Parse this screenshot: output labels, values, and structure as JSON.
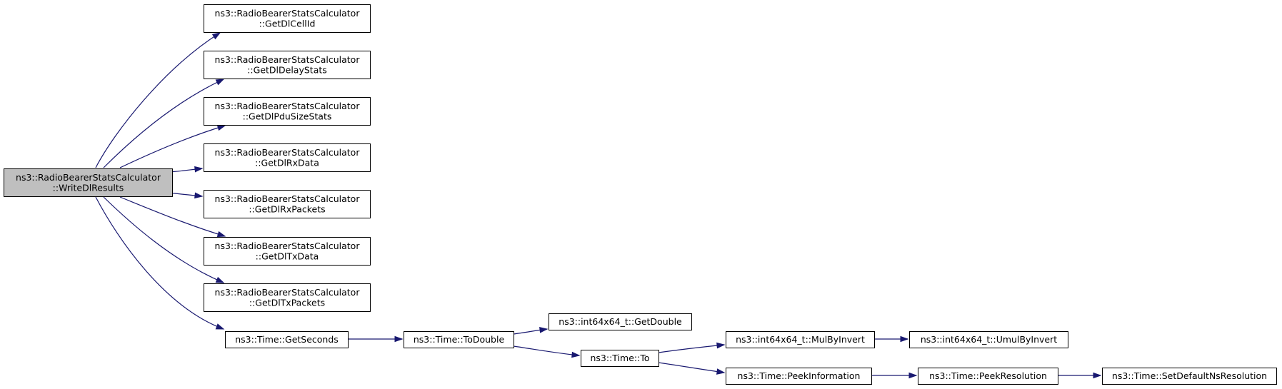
{
  "graph": {
    "nodes": [
      {
        "id": "write_dl_results",
        "lines": [
          "ns3::RadioBearerStatsCalculator",
          "::WriteDlResults"
        ],
        "highlighted": true
      },
      {
        "id": "get_dl_cell_id",
        "lines": [
          "ns3::RadioBearerStatsCalculator",
          "::GetDlCellId"
        ]
      },
      {
        "id": "get_dl_delay_stats",
        "lines": [
          "ns3::RadioBearerStatsCalculator",
          "::GetDlDelayStats"
        ]
      },
      {
        "id": "get_dl_pdu_size_stats",
        "lines": [
          "ns3::RadioBearerStatsCalculator",
          "::GetDlPduSizeStats"
        ]
      },
      {
        "id": "get_dl_rx_data",
        "lines": [
          "ns3::RadioBearerStatsCalculator",
          "::GetDlRxData"
        ]
      },
      {
        "id": "get_dl_rx_packets",
        "lines": [
          "ns3::RadioBearerStatsCalculator",
          "::GetDlRxPackets"
        ]
      },
      {
        "id": "get_dl_tx_data",
        "lines": [
          "ns3::RadioBearerStatsCalculator",
          "::GetDlTxData"
        ]
      },
      {
        "id": "get_dl_tx_packets",
        "lines": [
          "ns3::RadioBearerStatsCalculator",
          "::GetDlTxPackets"
        ]
      },
      {
        "id": "time_get_seconds",
        "lines": [
          "ns3::Time::GetSeconds"
        ]
      },
      {
        "id": "time_to_double",
        "lines": [
          "ns3::Time::ToDouble"
        ]
      },
      {
        "id": "int64x64_get_double",
        "lines": [
          "ns3::int64x64_t::GetDouble"
        ]
      },
      {
        "id": "time_to",
        "lines": [
          "ns3::Time::To"
        ]
      },
      {
        "id": "int64x64_mul_by_invert",
        "lines": [
          "ns3::int64x64_t::MulByInvert"
        ]
      },
      {
        "id": "int64x64_umul_by_invert",
        "lines": [
          "ns3::int64x64_t::UmulByInvert"
        ]
      },
      {
        "id": "time_peek_information",
        "lines": [
          "ns3::Time::PeekInformation"
        ]
      },
      {
        "id": "time_peek_resolution",
        "lines": [
          "ns3::Time::PeekResolution"
        ]
      },
      {
        "id": "time_set_default_ns_resolution",
        "lines": [
          "ns3::Time::SetDefaultNsResolution"
        ]
      }
    ],
    "edges": [
      {
        "from": "write_dl_results",
        "to": "get_dl_cell_id"
      },
      {
        "from": "write_dl_results",
        "to": "get_dl_delay_stats"
      },
      {
        "from": "write_dl_results",
        "to": "get_dl_pdu_size_stats"
      },
      {
        "from": "write_dl_results",
        "to": "get_dl_rx_data"
      },
      {
        "from": "write_dl_results",
        "to": "get_dl_rx_packets"
      },
      {
        "from": "write_dl_results",
        "to": "get_dl_tx_data"
      },
      {
        "from": "write_dl_results",
        "to": "get_dl_tx_packets"
      },
      {
        "from": "write_dl_results",
        "to": "time_get_seconds"
      },
      {
        "from": "time_get_seconds",
        "to": "time_to_double"
      },
      {
        "from": "time_to_double",
        "to": "int64x64_get_double"
      },
      {
        "from": "time_to_double",
        "to": "time_to"
      },
      {
        "from": "time_to",
        "to": "int64x64_mul_by_invert"
      },
      {
        "from": "time_to",
        "to": "time_peek_information"
      },
      {
        "from": "int64x64_mul_by_invert",
        "to": "int64x64_umul_by_invert"
      },
      {
        "from": "time_peek_information",
        "to": "time_peek_resolution"
      },
      {
        "from": "time_peek_resolution",
        "to": "time_set_default_ns_resolution"
      }
    ]
  }
}
